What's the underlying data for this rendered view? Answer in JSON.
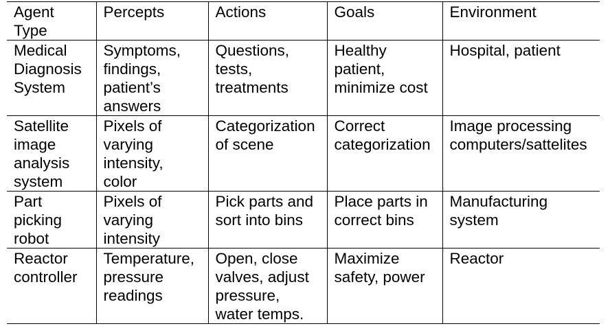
{
  "table": {
    "headers": [
      [
        "Agent",
        "Type"
      ],
      [
        "Percepts"
      ],
      [
        "Actions"
      ],
      [
        "Goals"
      ],
      [
        "Environment"
      ]
    ],
    "rows": [
      [
        [
          "Medical",
          "Diagnosis",
          "System"
        ],
        [
          "Symptoms,",
          "findings,",
          "patient’s",
          "answers"
        ],
        [
          "Questions,",
          "tests,",
          "treatments"
        ],
        [
          "Healthy",
          "patient,",
          "minimize cost"
        ],
        [
          "Hospital, patient"
        ]
      ],
      [
        [
          "Satellite",
          "image",
          "analysis",
          "system"
        ],
        [
          "Pixels of",
          "varying",
          "intensity,",
          "color"
        ],
        [
          "Categorization",
          "of scene"
        ],
        [
          "Correct",
          "categorization"
        ],
        [
          "Image processing",
          "computers/sattelites"
        ]
      ],
      [
        [
          "Part",
          "picking",
          "robot"
        ],
        [
          "Pixels of",
          "varying",
          "intensity"
        ],
        [
          "Pick parts and",
          "sort into bins"
        ],
        [
          "Place parts in",
          "correct bins"
        ],
        [
          "Manufacturing",
          "system"
        ]
      ],
      [
        [
          "Reactor",
          "controller"
        ],
        [
          "Temperature,",
          "pressure",
          "readings"
        ],
        [
          "Open, close",
          "valves, adjust",
          "pressure,",
          "water temps."
        ],
        [
          "Maximize",
          "safety, power"
        ],
        [
          "Reactor"
        ]
      ]
    ]
  }
}
